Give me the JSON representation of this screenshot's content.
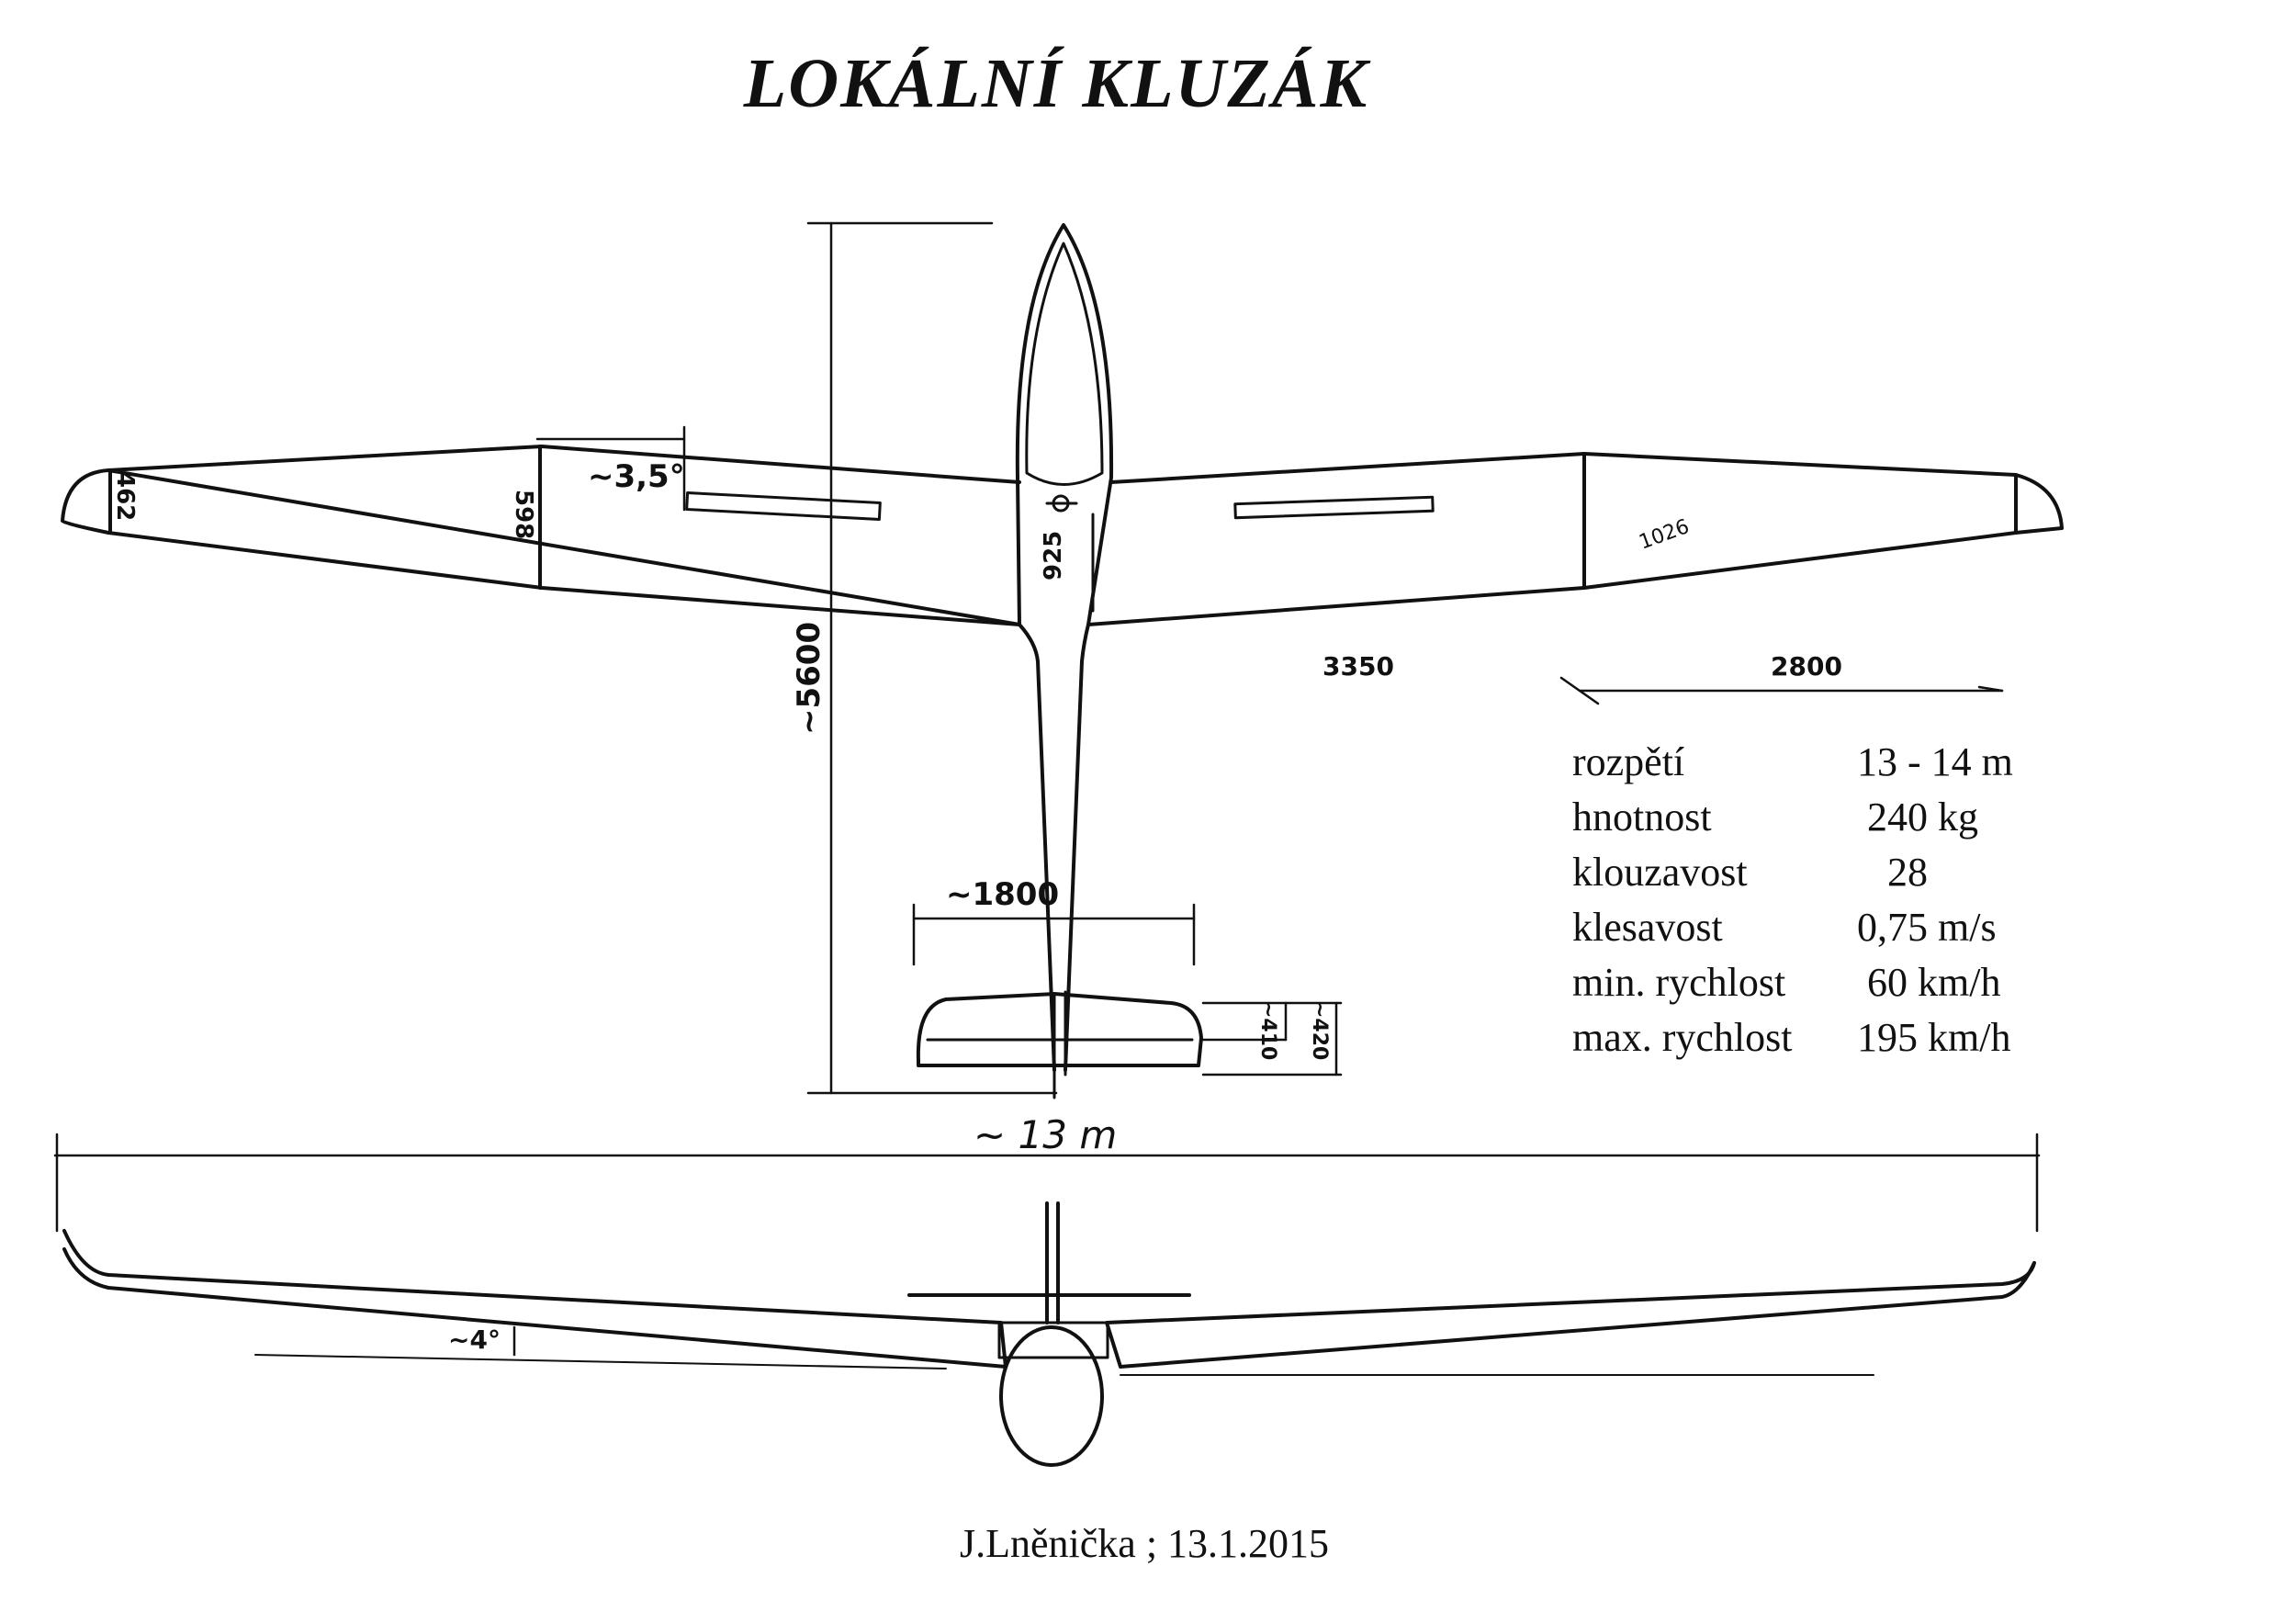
{
  "title": "LOKÁLNÍ KLUZÁK",
  "dimensions": {
    "fuselage_length": "~5600",
    "tip_chord": "462",
    "mid_chord": "598",
    "root_chord": "925",
    "sweep": "~3,5°",
    "inner_span": "3350",
    "outer_span": "2800",
    "tip_mark": "1026",
    "tail_span": "~1800",
    "elevator_chord": "~410",
    "stabilizer_chord": "~420",
    "wingspan": "~ 13 m",
    "dihedral": "~4°"
  },
  "specs": [
    {
      "label": "rozpětí",
      "value": "13 - 14 m"
    },
    {
      "label": "hnotnost",
      "value": " 240 kg"
    },
    {
      "label": "klouzavost",
      "value": "   28"
    },
    {
      "label": "klesavost",
      "value": "0,75 m/s"
    },
    {
      "label": "min. rychlost",
      "value": " 60 km/h"
    },
    {
      "label": "max. rychlost",
      "value": "195 km/h"
    }
  ],
  "author": "J.Lněnička ; 13.1.2015"
}
